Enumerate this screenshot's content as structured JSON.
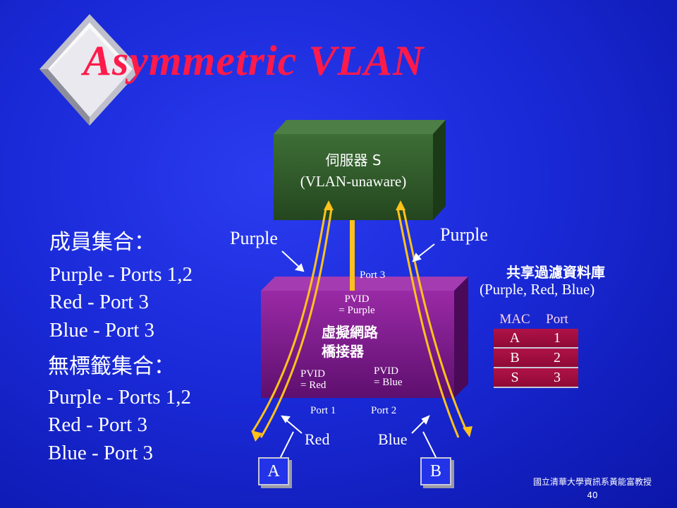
{
  "title": "Asymmetric VLAN",
  "server": {
    "line1": "伺服器 S",
    "line2": "(VLAN-unaware)"
  },
  "bridge": {
    "name_line1": "虛擬網路",
    "name_line2": "橋接器",
    "port3": "Port 3",
    "pvid_top_1": "PVID",
    "pvid_top_2": "= Purple",
    "pvid_red_1": "PVID",
    "pvid_red_2": "= Red",
    "pvid_blue_1": "PVID",
    "pvid_blue_2": "= Blue",
    "port1": "Port 1",
    "port2": "Port 2"
  },
  "labels": {
    "purple_left": "Purple",
    "purple_right": "Purple",
    "red": "Red",
    "blue": "Blue"
  },
  "member_set": {
    "header": "成員集合：",
    "lines": [
      "Purple - Ports 1,2",
      "Red - Port 3",
      "Blue - Port 3"
    ]
  },
  "untagged_set": {
    "header": "無標籤集合：",
    "lines": [
      "Purple - Ports 1,2",
      "Red - Port 3",
      "Blue - Port 3"
    ]
  },
  "filter_db": {
    "title": "共享過濾資料庫",
    "subtitle": "(Purple, Red, Blue)",
    "headers": [
      "MAC",
      "Port"
    ],
    "rows": [
      [
        "A",
        "1"
      ],
      [
        "B",
        "2"
      ],
      [
        "S",
        "3"
      ]
    ]
  },
  "hosts": {
    "a": "A",
    "b": "B"
  },
  "footer": {
    "org": "國立清華大學資訊系黃能富教授",
    "page": "40"
  },
  "colors": {
    "title": "#ff1a4a",
    "server": "#2e5a2a",
    "bridge": "#7a1a8c",
    "wire": "#ffc21a"
  }
}
